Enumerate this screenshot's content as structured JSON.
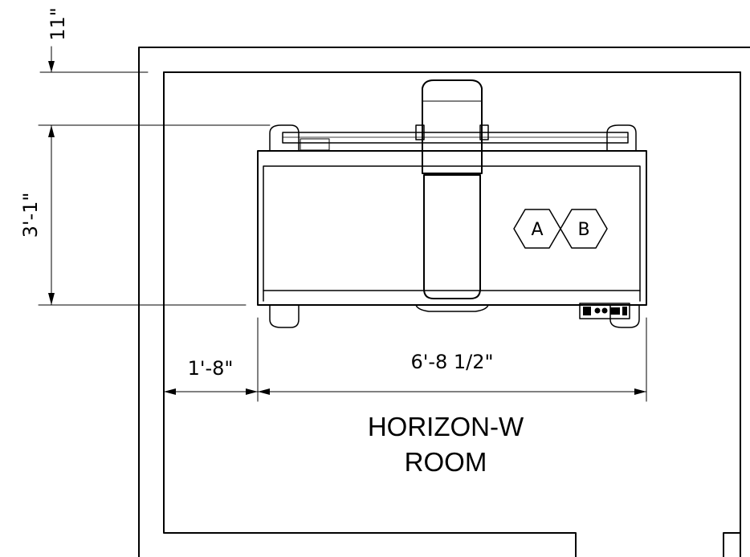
{
  "dimensions": {
    "top_clearance": "11\"",
    "depth": "3'-1\"",
    "left_clearance": "1'-8\"",
    "width": "6'-8 1/2\""
  },
  "room_label": {
    "line1": "HORIZON-W",
    "line2": "ROOM"
  },
  "tags": {
    "a": "A",
    "b": "B"
  }
}
